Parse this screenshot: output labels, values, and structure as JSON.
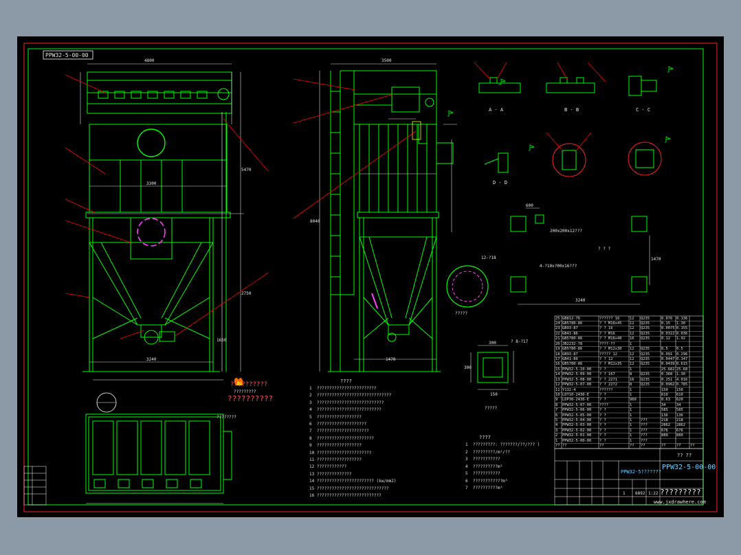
{
  "drawing_no_tag": "PPW32-5-00-00",
  "title_block": {
    "drawing_no": "PPW32-5-00-00",
    "name_label": "PPW32-5???????",
    "title": "?????????",
    "scale_row": [
      "1",
      "6892",
      "1:22"
    ],
    "watermark": "www.jxdrawhere.com",
    "mark": "?? ??"
  },
  "logo_text": "??????????",
  "logo_sub": "?????????",
  "tech_title": "????",
  "tech_notes": [
    "1  ????????????????????????",
    "2  ??????????????????????????????",
    "3  ???????????????????????????",
    "4  ??????????????????????????",
    "5  ??????????????????",
    "6  ????????????????????",
    "7  ?????????????????????",
    "8  ???????????????????????",
    "9  ??????????????????",
    "10 ??????????????????????",
    "11 ??????????????????",
    "12 ????????????",
    "13 ??????????????",
    "14 ??????????????????????? (kw/mm2)",
    "15 ?????????????????????????????",
    "16 ??????????????????????????"
  ],
  "param_title": "????",
  "param_notes": [
    "1  ?????????: ???????/??/??? )",
    "2  ?????????/m²/??",
    "3  ???????????",
    "4  ??????????m²",
    "5  ???????????",
    "6  ????????????m³",
    "7  ??????????m³"
  ],
  "view_labels": {
    "aa": "A - A",
    "bb": "B - B",
    "cc": "C - C",
    "dd": "D - D",
    "anchor": "????? ",
    "nozzle": "?????",
    "grid": "? ? ?",
    "pipe_note": "200x200x12???",
    "anchor_note": "4-?10x?00x16???",
    "flange_note": "12-?18",
    "plan_inlet": "????????",
    "d_right": "? 8-?17"
  },
  "dims": {
    "top_width": "4800",
    "mid_width": "3300",
    "low_width": "3240",
    "side_width": "3500",
    "base_side": "1470",
    "height_total": "8040",
    "height_right": "5470",
    "hopper_h": "2750",
    "leg_h": "1650",
    "anchor_w": "600",
    "anchor_span": "3240",
    "anchor_h": "1470",
    "nozzle_w": "300",
    "nozzle_h": "300",
    "nozzle_b": "150"
  },
  "parts": [
    [
      "25",
      "GB812-76",
      "?????? 16",
      "12",
      "Q235",
      "0.076",
      "0.136",
      ""
    ],
    [
      "24",
      "GB5780-86",
      "? ? M16x45",
      "12",
      "Q235",
      "0.15",
      "1.30",
      ""
    ],
    [
      "23",
      "GB93-87",
      "? ? 16",
      "12",
      "Q235",
      "0.0075",
      "0.155",
      ""
    ],
    [
      "22",
      "GB41-86",
      "? ? M16",
      "12",
      "Q235",
      "0.0322",
      "0.036",
      ""
    ],
    [
      "21",
      "GB5780-86",
      "? ? M16x40",
      "16",
      "Q235",
      "0.12",
      "1.92",
      ""
    ],
    [
      "20",
      "JB2232-78",
      "????-??",
      "1",
      "",
      "",
      "",
      ""
    ],
    [
      "19",
      "GB5780-86",
      "? ? M12x30",
      "12",
      "Q235",
      "0.5",
      "0.5",
      ""
    ],
    [
      "18",
      "GB93-87",
      "????? 12",
      "12",
      "Q235",
      "0.091",
      "0.296",
      ""
    ],
    [
      "17",
      "GB41-86",
      "? ? 12",
      "12",
      "Q235",
      "0.0447",
      "0.147",
      ""
    ],
    [
      "16",
      "GB5780-86",
      "? ? M12x35",
      "12",
      "Q235",
      "0.0439",
      "0.615",
      ""
    ],
    [
      "15",
      "PPW32-5-10-00",
      "? ?",
      "1",
      "",
      "25.682",
      "25.68",
      ""
    ],
    [
      "14",
      "PPW32-5-09-00",
      "? ? 167",
      "8",
      "Q235",
      "0.368",
      "1.30",
      ""
    ],
    [
      "13",
      "PPW32-5-08-00",
      "? ? 2271",
      "16",
      "Q235",
      "0.251",
      "4.016",
      ""
    ],
    [
      "12",
      "PPW32-5-07-00",
      "? ? 2272",
      "8",
      "Q235",
      "0.0962",
      "0.785",
      ""
    ],
    [
      "11",
      "Y132-4",
      "??????",
      "1",
      "",
      "150",
      "150",
      ""
    ],
    [
      "10",
      "LDT10-2430-E",
      "? ?",
      "1",
      "",
      "610",
      "610",
      ""
    ],
    [
      "9",
      "LDP30-2430-E",
      "? ?",
      "960",
      "",
      "0.63",
      "620",
      ""
    ],
    [
      "8",
      "PPW32-5-07-00",
      "????",
      "1",
      "",
      "34",
      "34",
      ""
    ],
    [
      "7",
      "PPW32-5-06-00",
      "? ?",
      "1",
      "",
      "585",
      "585",
      ""
    ],
    [
      "6",
      "PPW32-5-05-00",
      "? ?",
      "1",
      "",
      "136",
      "136",
      ""
    ],
    [
      "5",
      "PPW32-5-04-00",
      "? ?",
      "1",
      "???",
      "218",
      "218",
      ""
    ],
    [
      "4",
      "PPW32-5-03-00",
      "? ?",
      "1",
      "???",
      "2862",
      "2862",
      ""
    ],
    [
      "3",
      "PPW32-5-02-00",
      "? ?",
      "1",
      "???",
      "676",
      "676",
      ""
    ],
    [
      "2",
      "PPW32-5-01-00",
      "? ?",
      "1",
      "???",
      "880",
      "880",
      ""
    ],
    [
      "1",
      "PPW32-5-00-00",
      "? ?",
      "1",
      "???",
      "",
      "",
      ""
    ]
  ],
  "parts_header": [
    "??",
    "??",
    "??",
    "??",
    "??",
    "??",
    "??",
    "??"
  ],
  "colors": {
    "sheet_bg": "#000000",
    "frame_bg": "#8c99a6",
    "structure": "#00ff00",
    "leader": "#ff0000",
    "dims": "#e0e0e0",
    "accent": "#ff40ff",
    "yellow": "#ffff00",
    "cyan": "#00ffff"
  }
}
